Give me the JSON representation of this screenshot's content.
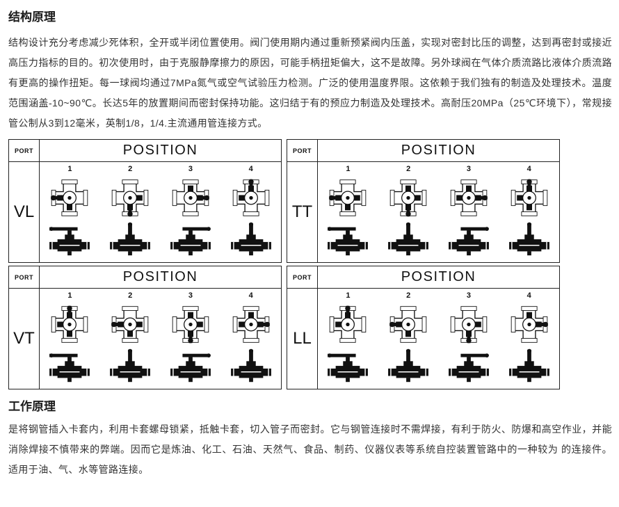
{
  "page": {
    "title1": "结构原理",
    "para1": "结构设计充分考虑减少死体积，全开或半闭位置使用。阀门使用期内通过重新预紧阀内压盖，实现对密封比压的调整，达到再密封或接近高压力指标的目的。初次使用时，由于克服静摩擦力的原因，可能手柄扭矩偏大，这不是故障。另外球阀在气体介质流路比液体介质流路有更高的操作扭矩。每一球阀均通过7MPa氮气或空气试验压力检测。广泛的使用温度界限。这依赖于我们独有的制造及处理技术。温度范围涵盖-10~90℃。长达5年的放置期间而密封保持功能。这归结于有的预应力制造及处理技术。高耐压20MPa（25℃环境下），常规接管公制从3到12毫米，英制1/8，1/4.主流通用管连接方式。",
    "title2": "工作原理",
    "para2": "是将钢管插入卡套内，利用卡套螺母锁紧，抵触卡套，切入管子而密封。它与钢管连接时不需焊接，有利于防火、防爆和高空作业，并能消除焊接不慎带来的弊端。因而它是炼油、化工、石油、天然气、食品、制药、仪器仪表等系统自控装置管路中的一种较为 的连接件。适用于油、气、水等管路连接。"
  },
  "panels": [
    {
      "row_label": "VL",
      "port_label": "PORT",
      "position_label": "POSITION",
      "columns": [
        "1",
        "2",
        "3",
        "4"
      ],
      "flow": "L",
      "top_rotations": [
        0,
        270,
        180,
        90
      ],
      "bottom_handles": [
        "hl",
        "v",
        "hr",
        "v"
      ]
    },
    {
      "row_label": "TT",
      "port_label": "PORT",
      "position_label": "POSITION",
      "columns": [
        "1",
        "2",
        "3",
        "4"
      ],
      "flow": "T",
      "top_rotations": [
        0,
        270,
        180,
        90
      ],
      "bottom_handles": [
        "hl",
        "v",
        "hr",
        "v"
      ]
    },
    {
      "row_label": "VT",
      "port_label": "PORT",
      "position_label": "POSITION",
      "columns": [
        "1",
        "2",
        "3",
        "4"
      ],
      "flow": "T",
      "top_rotations": [
        90,
        0,
        270,
        180
      ],
      "bottom_handles": [
        "hl",
        "v",
        "hr",
        "v"
      ]
    },
    {
      "row_label": "LL",
      "port_label": "PORT",
      "position_label": "POSITION",
      "columns": [
        "1",
        "2",
        "3",
        "4"
      ],
      "flow": "L",
      "top_rotations": [
        90,
        0,
        270,
        180
      ],
      "bottom_handles": [
        "hl",
        "v",
        "hr",
        "v"
      ]
    }
  ]
}
